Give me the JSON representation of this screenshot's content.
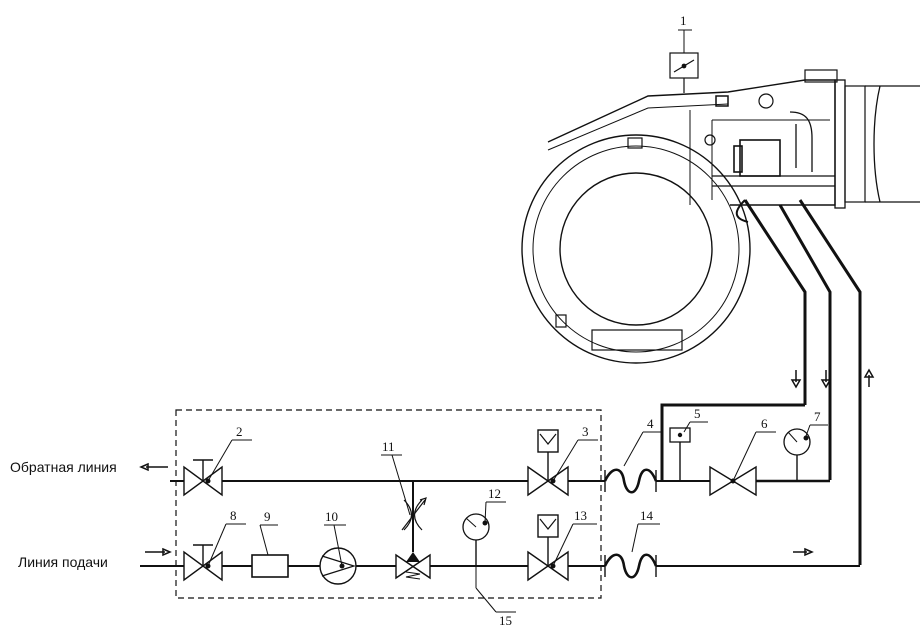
{
  "labels": {
    "return_line": "Обратная линия",
    "supply_line": "Линия подачи"
  },
  "callouts": [
    "1",
    "2",
    "3",
    "4",
    "5",
    "6",
    "7",
    "8",
    "9",
    "10",
    "11",
    "12",
    "13",
    "14",
    "15"
  ],
  "colors": {
    "line": "#111111",
    "background": "#ffffff"
  },
  "icons": [
    "burner",
    "valve",
    "solenoid-valve",
    "filter",
    "pump",
    "pressure-gauge",
    "flexible-hose",
    "pressure-switch",
    "throttle",
    "relief-valve",
    "flow-arrow"
  ]
}
